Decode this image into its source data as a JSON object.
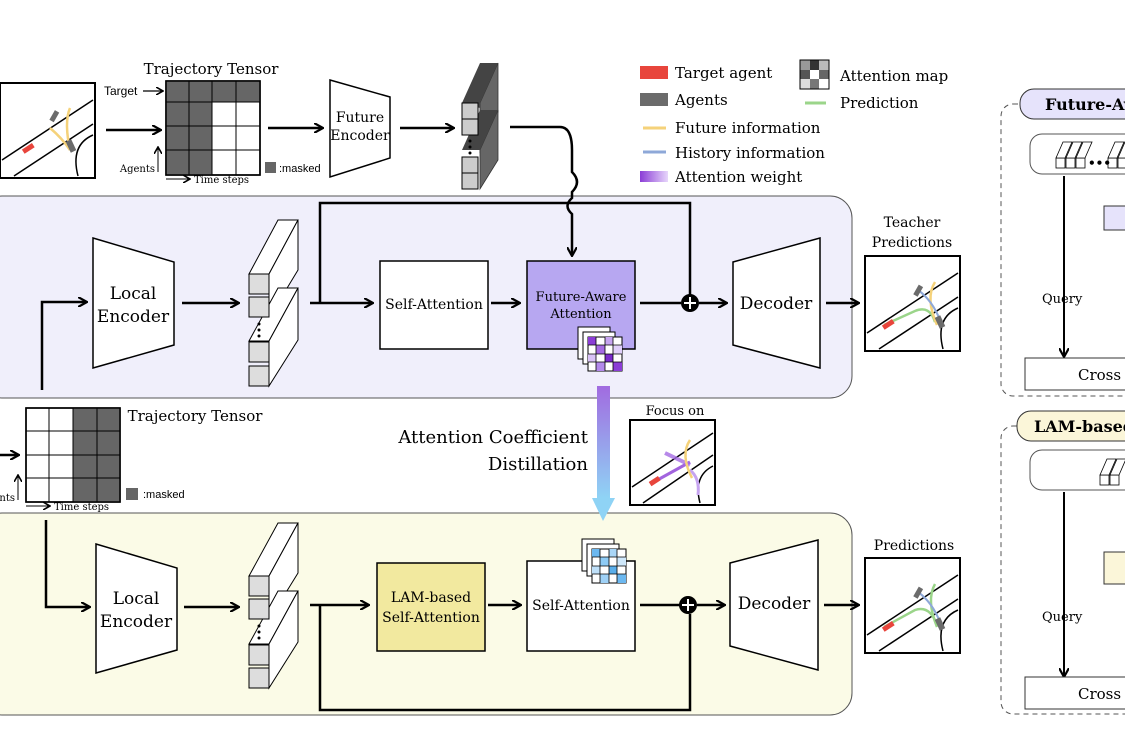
{
  "top": {
    "target_label": "Target",
    "tensor_title": "Trajectory Tensor",
    "agents_axis": "Agents",
    "time_axis": "Time steps",
    "masked_label": ":masked",
    "future_encoder": [
      "Future",
      "Encoder"
    ]
  },
  "legend": {
    "target_agent": "Target agent",
    "agents": "Agents",
    "future_info": "Future information",
    "history_info": "History information",
    "attention_weight": "Attention weight",
    "attention_map": "Attention map",
    "prediction": "Prediction",
    "colors": {
      "target": "#e8453c",
      "agent": "#6b6b6b",
      "future": "#f5d27a",
      "history": "#8ea8d8",
      "attention": "#8b3dd6",
      "prediction": "#9bd58a"
    }
  },
  "teacher": {
    "local_encoder": [
      "Local",
      "Encoder"
    ],
    "self_attention": "Self-Attention",
    "future_aware": [
      "Future-Aware",
      "Attention"
    ],
    "decoder": "Decoder",
    "predictions_title": [
      "Teacher",
      "Predictions"
    ]
  },
  "middle": {
    "tensor_title": "Trajectory Tensor",
    "agents_axis": "Agents",
    "time_axis": "Time steps",
    "masked_label": ":masked",
    "distillation": [
      "Attention Coefficient",
      "Distillation"
    ],
    "focus_on": "Focus on"
  },
  "student": {
    "local_encoder": [
      "Local",
      "Encoder"
    ],
    "lam_attention": [
      "LAM-based",
      "Self-Attention"
    ],
    "self_attention": "Self-Attention",
    "decoder": "Decoder",
    "predictions_title": "Predictions"
  },
  "right": {
    "panel1_title": "Future-Aw",
    "panel1_query": "Query",
    "panel1_cross": "Cross",
    "panel2_title": "LAM-based",
    "panel2_query": "Query",
    "panel2_cross": "Cross"
  }
}
